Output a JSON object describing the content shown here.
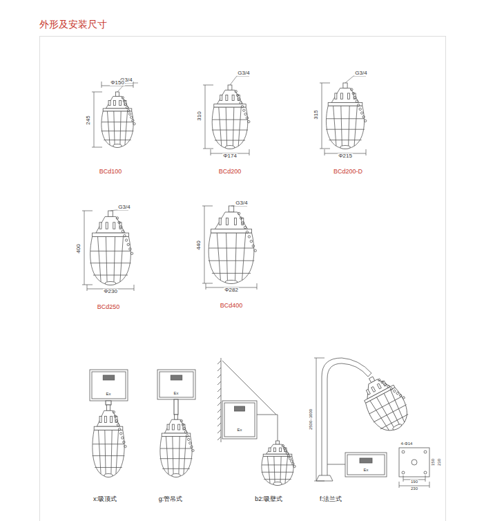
{
  "diagram": {
    "title": "外形及安装尺寸",
    "labels": [
      "G3/4",
      "Φ150",
      "245",
      "BCd100",
      "G3/4",
      "310",
      "Φ174",
      "BCd200",
      "G3/4",
      "315",
      "Φ215",
      "BCd200-D",
      "G3/4",
      "400",
      "Φ230",
      "BCd250",
      "G3/4",
      "440",
      "Φ282",
      "BCd400",
      "Ex",
      "Ex",
      "Ex",
      "Ex",
      "2500~3000",
      "4-Φ14",
      "150",
      "230",
      "190",
      "230",
      "x:吸顶式",
      "g:管吊式",
      "b2:吸壁式",
      "f:法兰式"
    ]
  }
}
